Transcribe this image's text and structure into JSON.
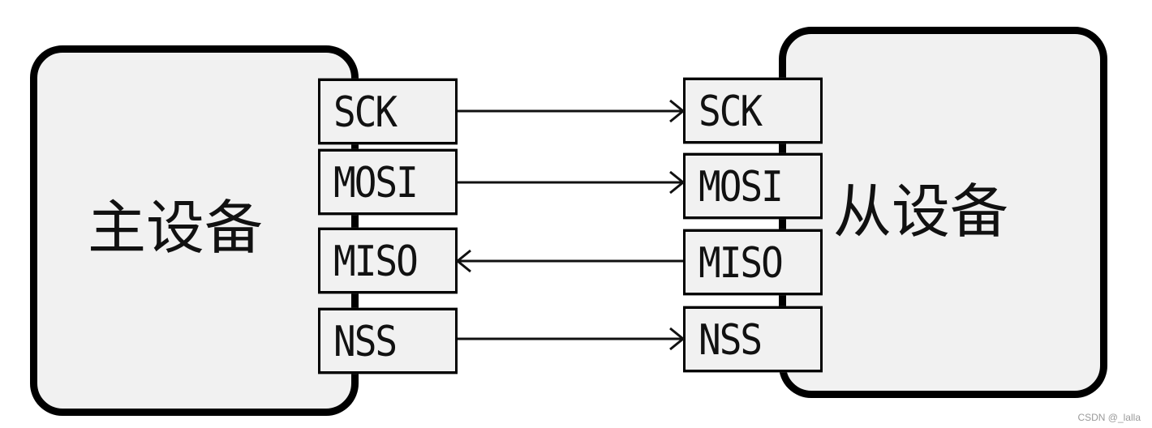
{
  "master": {
    "title": "主设备"
  },
  "slave": {
    "title": "从设备"
  },
  "signals": [
    {
      "name": "SCK",
      "direction": "master-to-slave"
    },
    {
      "name": "MOSI",
      "direction": "master-to-slave"
    },
    {
      "name": "MISO",
      "direction": "slave-to-master"
    },
    {
      "name": "NSS",
      "direction": "master-to-slave"
    }
  ],
  "watermark": "CSDN @_lalla"
}
